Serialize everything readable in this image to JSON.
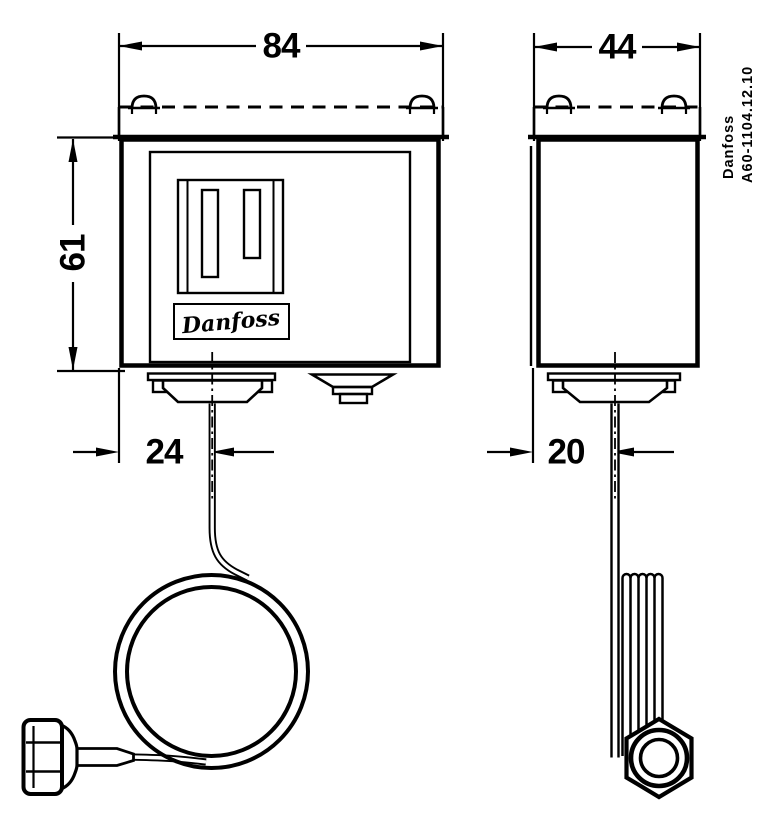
{
  "page": {
    "background": "#ffffff",
    "line_color": "#000000"
  },
  "front_view": {
    "width_mm": "84",
    "height_mm": "61",
    "capillary_offset_mm": "24"
  },
  "side_view": {
    "depth_mm": "44",
    "capillary_offset_mm": "20"
  },
  "branding": {
    "logo_script": "Danfoss",
    "ref_brand": "Danfoss",
    "ref_number": "A60-1104.12.10"
  }
}
